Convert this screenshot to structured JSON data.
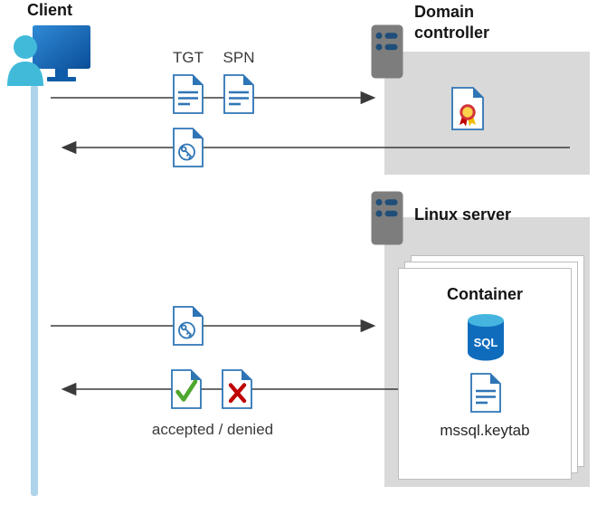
{
  "diagram": {
    "client": {
      "label": "Client"
    },
    "domain_controller": {
      "label": "Domain controller"
    },
    "linux_server": {
      "label": "Linux server"
    },
    "container": {
      "label": "Container",
      "sql_badge": "SQL",
      "keytab_file": "mssql.keytab"
    },
    "flow": {
      "tgt_label": "TGT",
      "spn_label": "SPN",
      "result_label": "accepted / denied"
    }
  },
  "icons": {
    "client": "client-workstation-icon",
    "domain_controller_server": "server-icon",
    "linux_server": "server-icon",
    "certificate": "certificate-icon",
    "tgt_document": "document-icon",
    "spn_document": "document-icon",
    "kerberos_ticket": "ticket-key-document-icon",
    "accepted": "accepted-check-document-icon",
    "denied": "denied-cross-document-icon",
    "sql_database": "sql-database-icon"
  },
  "colors": {
    "doc_blue": "#2e75b6",
    "lifeline_blue": "#aed4eb",
    "box_gray": "#d9d9d9",
    "arrow": "#3b3b3b",
    "check_green": "#4ea72e",
    "cross_red": "#c00000",
    "sql_body_blue": "#0f6cbd",
    "sql_top_cyan": "#45b5e0",
    "monitor_blue": "#1565c0",
    "person_teal": "#41bada",
    "server_gray": "#7d7d7d",
    "server_accent": "#1f4e79"
  }
}
